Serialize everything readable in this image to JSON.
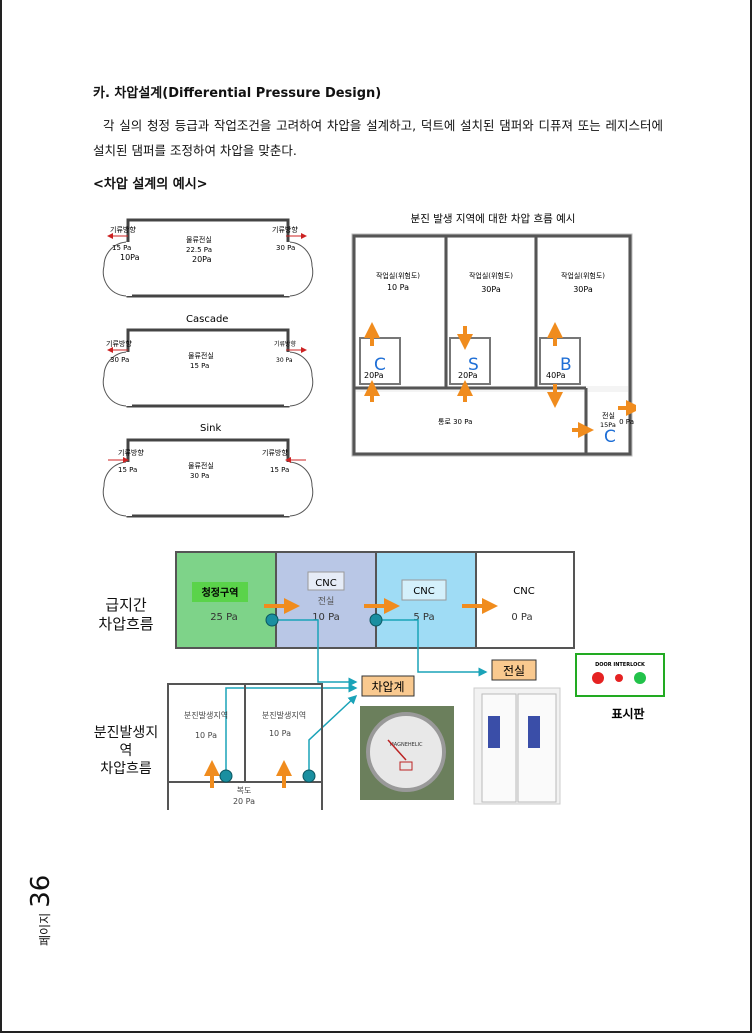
{
  "section": {
    "heading": "카. 차압설계(Differential Pressure Design)",
    "paragraph": "각 실의 청정 등급과 작업조건을 고려하여 차압을 설계하고, 덕트에 설치된 댐퍼와 디퓨져 또는 레지스터에 설치된 댐퍼를 조정하여 차압을 맞춘다.",
    "example_title": "<차압 설계의 예시>"
  },
  "fig_airlocks": {
    "airflow_label": "기류방향",
    "bubble": {
      "left_pa": "15 Pa",
      "left_room": "10Pa",
      "center_name": "물류전실",
      "center_pa": "22.5 Pa",
      "center_room": "20Pa",
      "right_pa": "30 Pa"
    },
    "cascade": {
      "title": "Cascade",
      "left_pa": "30 Pa",
      "center_name": "물류전실",
      "center_pa": "15 Pa",
      "right_pa": "30 Pa"
    },
    "sink": {
      "title": "Sink",
      "left_pa": "15 Pa",
      "center_name": "물류전실",
      "center_pa": "30 Pa",
      "right_pa": "15 Pa"
    }
  },
  "fig_dust": {
    "title": "분진 발생 지역에 대한 차압 흐름 예시",
    "rooms": [
      {
        "name": "작업실(위험도)",
        "pa": "10 Pa"
      },
      {
        "name": "작업실(위험도)",
        "pa": "30Pa"
      },
      {
        "name": "작업실(위험도)",
        "pa": "30Pa"
      }
    ],
    "anterooms": [
      {
        "letter": "C",
        "pa": "20Pa"
      },
      {
        "letter": "S",
        "pa": "20Pa"
      },
      {
        "letter": "B",
        "pa": "40Pa"
      }
    ],
    "corridor": "통로 30 Pa",
    "anteroom_name": "전실",
    "anteroom_pa": "15Pa",
    "outside_pa": "0 Pa",
    "exit_letter": "C"
  },
  "fig_flow": {
    "label_supply": "급지간\n차압흐름",
    "label_dust": "분진발생지\n역\n차압흐름",
    "zones": [
      {
        "name": "청정구역",
        "pa": "25 Pa",
        "color": "#7ed389"
      },
      {
        "name": "CNC",
        "sub": "전실",
        "pa": "10 Pa",
        "color": "#b9c7e6"
      },
      {
        "name": "CNC",
        "pa": "5 Pa",
        "color": "#9fdcf5"
      },
      {
        "name": "CNC",
        "pa": "0 Pa",
        "color": "#ffffff"
      }
    ],
    "dust_rooms": [
      {
        "name": "분진발생지역",
        "pa": "10 Pa"
      },
      {
        "name": "분진발생지역",
        "pa": "10 Pa"
      }
    ],
    "corridor_name": "복도",
    "corridor_pa": "20 Pa",
    "gauge_label": "차압계",
    "anteroom_label": "전실",
    "panel_label": "표시판",
    "panel_title": "DOOR INTERLOCK",
    "gauge_brand": "MAGNEHELIC",
    "accent": "#f08c1e"
  },
  "page": {
    "label": "페이지",
    "number": "36"
  }
}
